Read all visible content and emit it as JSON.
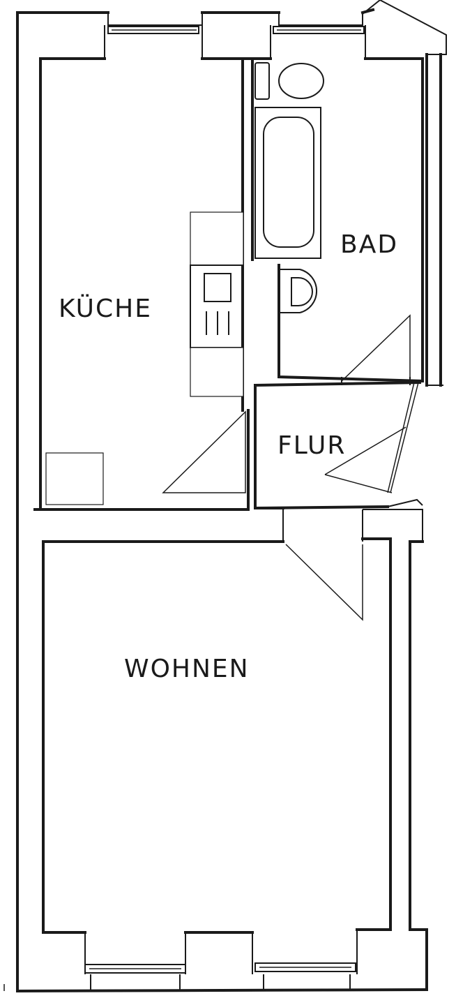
{
  "rooms": {
    "kueche": "KÜCHE",
    "bad": "BAD",
    "flur": "FLUR",
    "wohnen": "WOHNEN"
  },
  "colors": {
    "line": "#1a1a1a",
    "background": "#ffffff"
  }
}
